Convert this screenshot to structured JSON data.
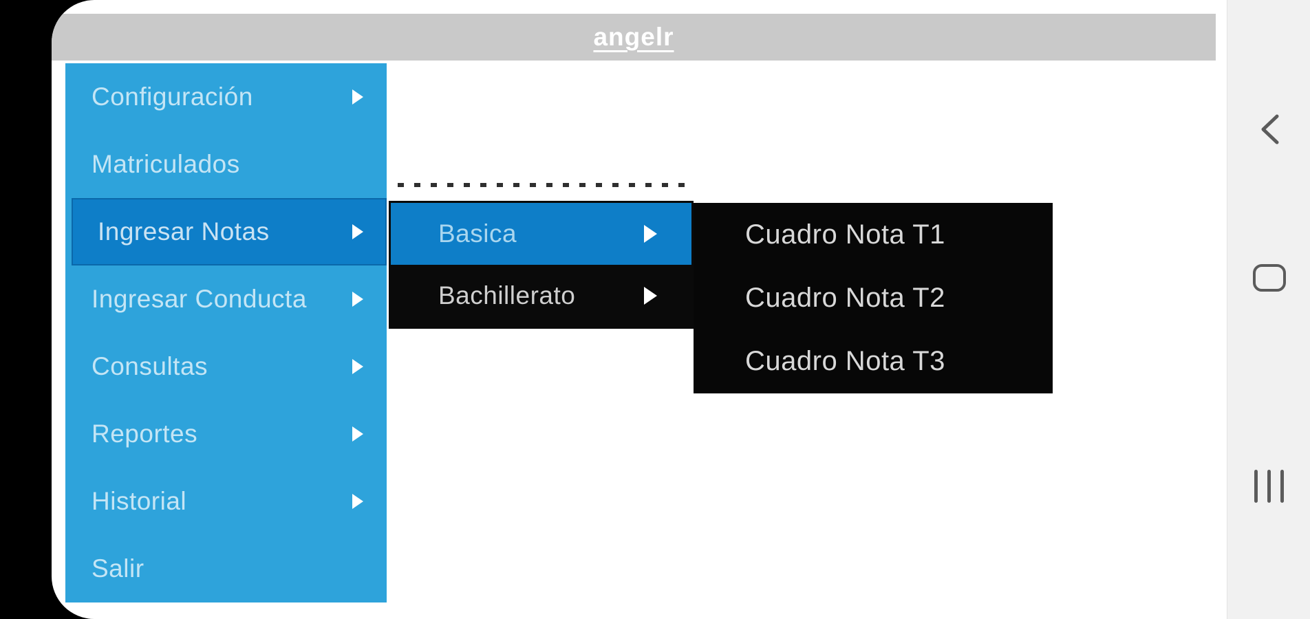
{
  "header": {
    "title": "angelr"
  },
  "menu": {
    "items": [
      {
        "label": "Configuración",
        "has_submenu": true,
        "selected": false
      },
      {
        "label": "Matriculados",
        "has_submenu": false,
        "selected": false
      },
      {
        "label": "Ingresar Notas",
        "has_submenu": true,
        "selected": true
      },
      {
        "label": "Ingresar Conducta",
        "has_submenu": true,
        "selected": false
      },
      {
        "label": "Consultas",
        "has_submenu": true,
        "selected": false
      },
      {
        "label": "Reportes",
        "has_submenu": true,
        "selected": false
      },
      {
        "label": "Historial",
        "has_submenu": true,
        "selected": false
      },
      {
        "label": "Salir",
        "has_submenu": false,
        "selected": false
      }
    ]
  },
  "submenu_level2": {
    "items": [
      {
        "label": "Basica",
        "has_submenu": true,
        "highlighted": true
      },
      {
        "label": "Bachillerato",
        "has_submenu": true,
        "highlighted": false
      }
    ]
  },
  "submenu_level3": {
    "items": [
      {
        "label": "Cuadro Nota T1"
      },
      {
        "label": "Cuadro Nota T2"
      },
      {
        "label": "Cuadro Nota T3"
      }
    ]
  },
  "navbar": {
    "back_icon": "back-chevron",
    "home_icon": "home-outline",
    "recents_icon": "recent-apps-bars"
  },
  "colors": {
    "sidebar_blue": "#2EA3DB",
    "highlight_blue": "#0E7EC8",
    "header_gray": "#C9C9C9",
    "panel_black": "#0A0A0A",
    "nav_bar_bg": "#F1F1F1",
    "nav_icon_gray": "#5B5B5B",
    "menu_text_blue": "#A9D6EF",
    "dark_menu_text": "#D8D8D8"
  }
}
